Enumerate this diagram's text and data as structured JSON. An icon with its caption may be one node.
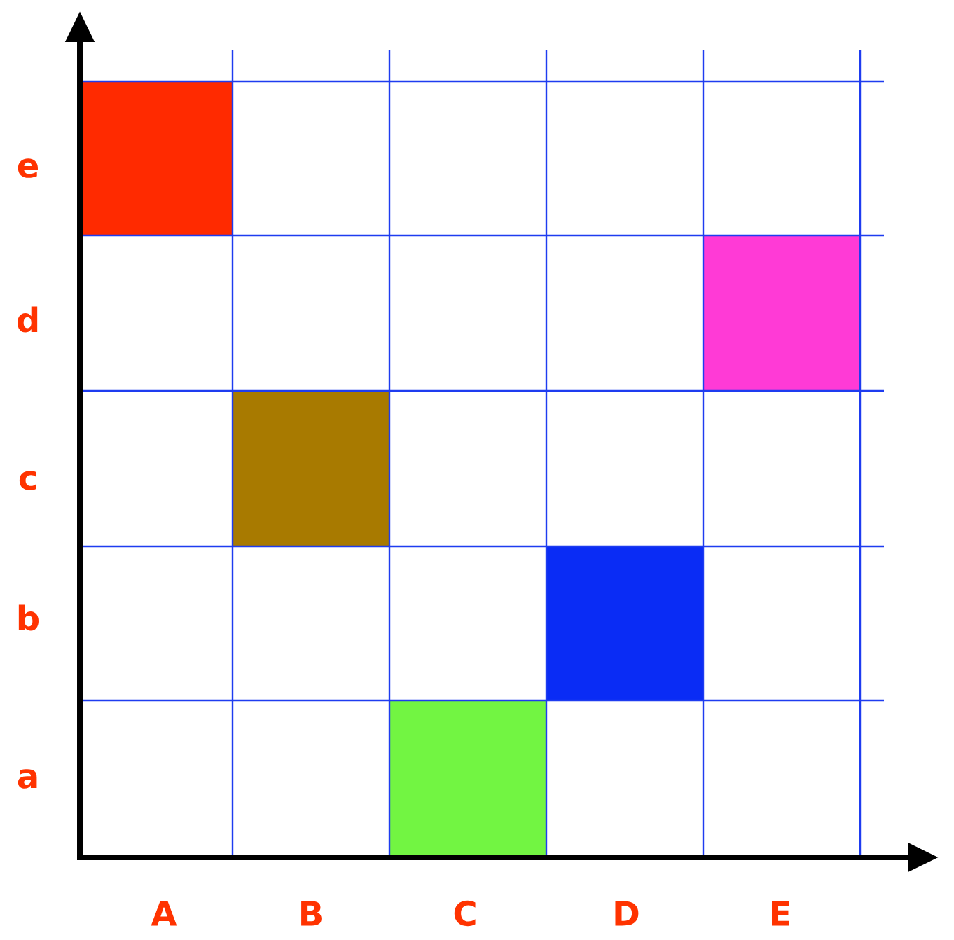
{
  "diagram": {
    "nodes": [
      {
        "text": [],
        "shape": "box"
      },
      {
        "text": [],
        "shape": "box"
      },
      {
        "text": [],
        "shape": "box"
      },
      {
        "text": [],
        "shape": "box"
      },
      {
        "text": [],
        "shape": "box"
      }
    ],
    "labels": [
      "e",
      "d",
      "c",
      "b",
      "a",
      "A",
      "B",
      "C",
      "D",
      "E"
    ]
  }
}
